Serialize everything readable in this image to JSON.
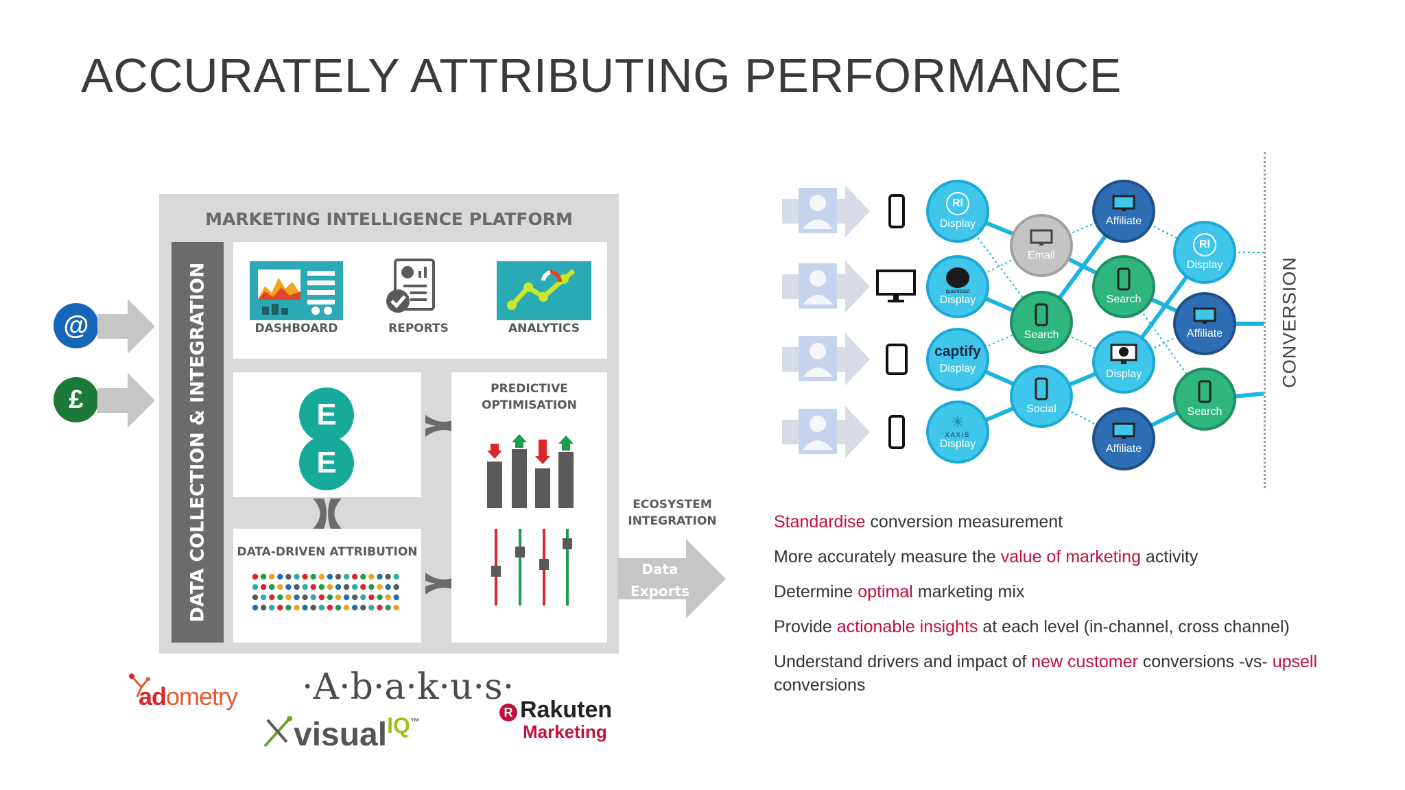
{
  "slide": {
    "title": "ACCURATELY ATTRIBUTING PERFORMANCE"
  },
  "platform": {
    "title": "MARKETING INTELLIGENCE PLATFORM",
    "side_bar": "DATA COLLECTION & INTEGRATION",
    "tools": [
      {
        "label": "DASHBOARD",
        "icon": "dashboard-icon"
      },
      {
        "label": "REPORTS",
        "icon": "report-icon"
      },
      {
        "label": "ANALYTICS",
        "icon": "analytics-icon"
      }
    ],
    "attribution_label": "DATA-DRIVEN ATTRIBUTION",
    "predictive_label_1": "PREDICTIVE",
    "predictive_label_2": "OPTIMISATION",
    "inputs": [
      {
        "glyph": "@",
        "color": "#1565b8",
        "icon": "email-at-icon"
      },
      {
        "glyph": "£",
        "color": "#1b7a3a",
        "icon": "pound-icon"
      }
    ],
    "ecosystem_1": "ECOSYSTEM",
    "ecosystem_2": "INTEGRATION",
    "exports_1": "Data",
    "exports_2": "Exports",
    "brand_letter": "E"
  },
  "vendors": {
    "adometry_1": "ad",
    "adometry_2": "ometry",
    "abakus": "·A·b·a·k·u·s·",
    "visualiq_1": "visual",
    "visualiq_2": "IQ",
    "visualiq_tm": "™",
    "rakuten_1": "Rakuten",
    "rakuten_2": "Marketing",
    "rakuten_badge": "R"
  },
  "journey": {
    "conversion_label": "CONVERSION",
    "publisher_logos": {
      "rl": "Rl",
      "quantcast": "quantcast",
      "captify": "captify",
      "xaxis": "XAXIS"
    },
    "nodes": {
      "d1": "Display",
      "d2": "Display",
      "d3": "Display",
      "d4": "Display",
      "email": "Email",
      "search1": "Search",
      "social": "Social",
      "aff1": "Affiliate",
      "search2": "Search",
      "disp5": "Display",
      "aff2": "Affiliate",
      "disp6": "Display",
      "aff3": "Affiliate",
      "search3": "Search"
    },
    "colors": {
      "light_blue": "#3fc6ea",
      "green": "#2fb57f",
      "navy": "#2d6db3",
      "grey": "#c4c4c4",
      "link": "#19b5e0"
    }
  },
  "bullets": [
    {
      "pre": "",
      "hl": "Standardise",
      "post": " conversion measurement",
      "hl2": "",
      "post2": ""
    },
    {
      "pre": "More accurately measure the ",
      "hl": "value of marketing",
      "post": " activity",
      "hl2": "",
      "post2": ""
    },
    {
      "pre": "Determine ",
      "hl": "optimal",
      "post": " marketing mix",
      "hl2": "",
      "post2": ""
    },
    {
      "pre": "Provide ",
      "hl": "actionable insights",
      "post": " at each level (in-channel, cross channel)",
      "hl2": "",
      "post2": ""
    },
    {
      "pre": "Understand drivers and impact of ",
      "hl": "new customer",
      "post": " conversions -vs- ",
      "hl2": "upsell",
      "post2": " conversions"
    }
  ],
  "accent_color": "#c0103c"
}
